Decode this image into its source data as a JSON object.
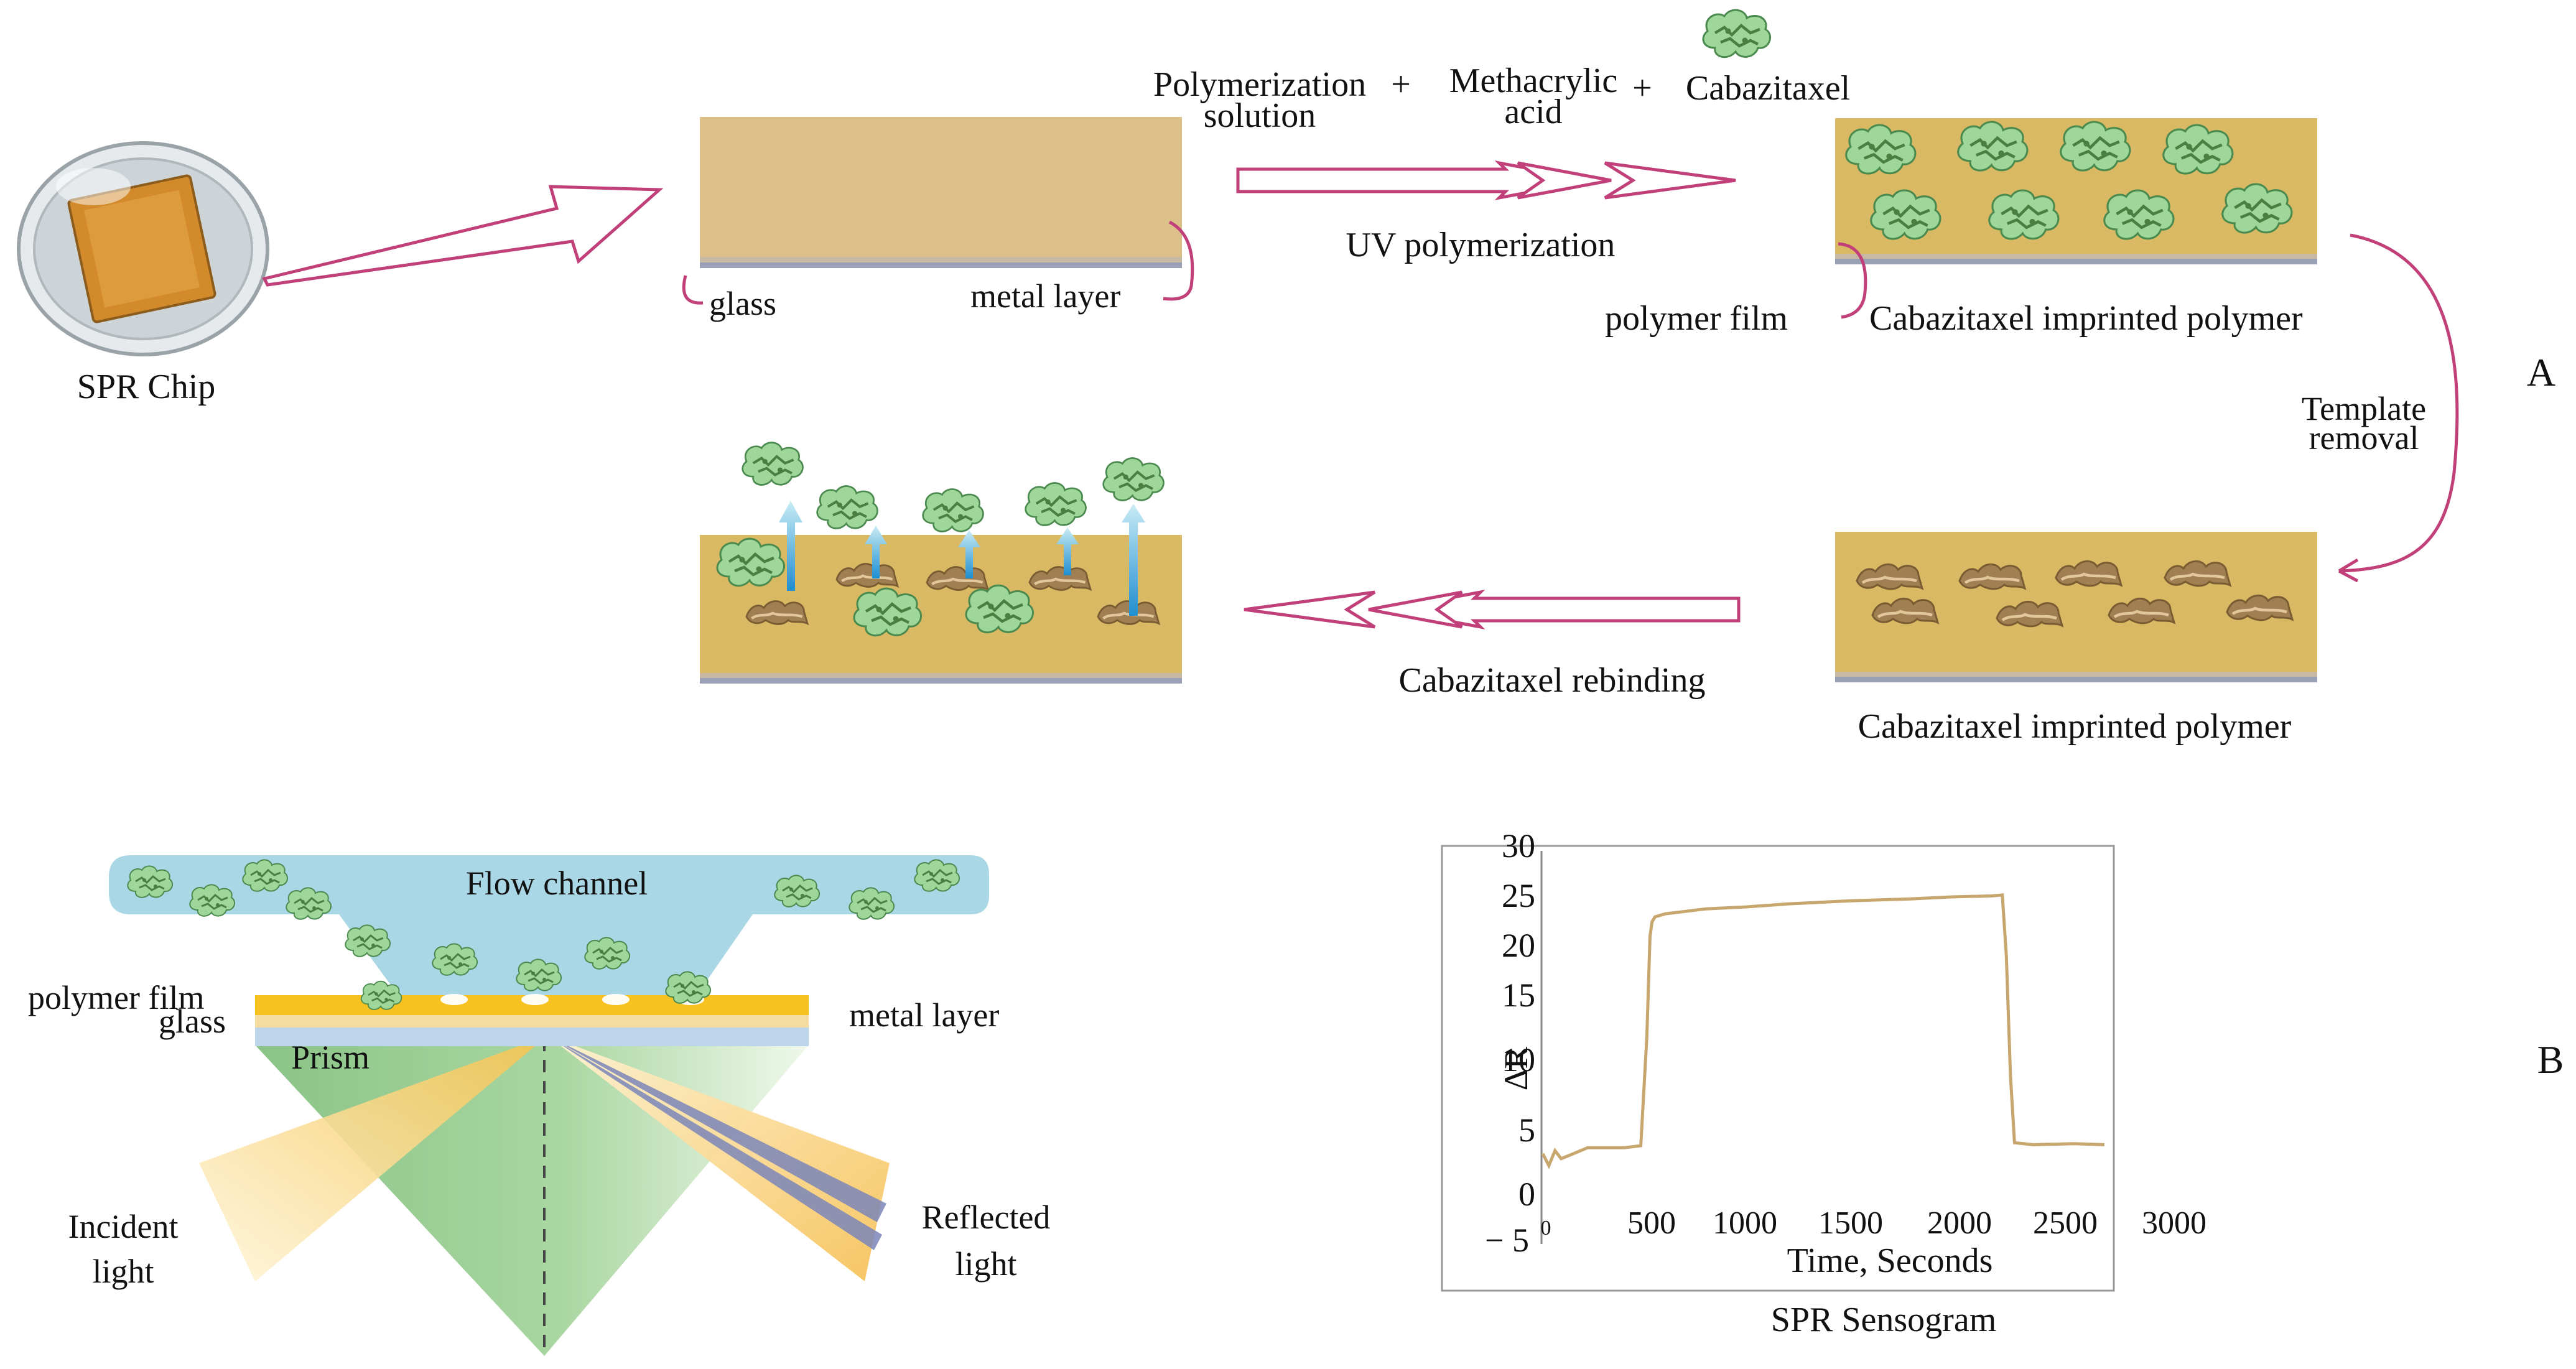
{
  "panel_a": {
    "letter": "A",
    "chip_label": "SPR Chip",
    "reagent_1": "Polymerization",
    "reagent_1b": "solution",
    "plus_1": "+",
    "reagent_2": "Methacrylic",
    "reagent_2b": "acid",
    "plus_2": "+",
    "reagent_3": "Cabazitaxel",
    "step_uv": "UV polymerization",
    "glass_label": "glass",
    "metal_label": "metal layer",
    "polymer_film_label": "polymer film",
    "mip_label_1": "Cabazitaxel imprinted polymer",
    "template_removal_1": "Template",
    "template_removal_2": "removal",
    "mip_label_2": "Cabazitaxel imprinted polymer",
    "rebinding_label": "Cabazitaxel rebinding"
  },
  "panel_b": {
    "letter": "B",
    "flow_channel": "Flow channel",
    "polymer_film": "polymer film",
    "glass": "glass",
    "metal_layer": "metal layer",
    "prism": "Prism",
    "incident_1": "Incident",
    "incident_2": "light",
    "reflected_1": "Reflected",
    "reflected_2": "light"
  },
  "colors": {
    "polymer": "#d9b964",
    "polymer_light": "#dcc08a",
    "arrow_pink": "#c2407a",
    "molecule": "#8fcf8a",
    "channel": "#a9d6e6",
    "prism_green": "#8dc88a",
    "beam_yellow": "#f6c45a",
    "line_tan": "#c8a76e"
  },
  "chart_data": {
    "type": "line",
    "title": "SPR Sensogram",
    "xlabel": "Time, Seconds",
    "ylabel": "ΔR",
    "x_ticks": [
      "0",
      "500",
      "1000",
      "1500",
      "2000",
      "2500",
      "3000"
    ],
    "y_ticks": [
      "30",
      "25",
      "20",
      "15",
      "10",
      "5",
      "0",
      "− 5"
    ],
    "xlim": [
      0,
      3000
    ],
    "ylim": [
      -5,
      30
    ],
    "series": [
      {
        "x": [
          0,
          30,
          60,
          90,
          150,
          220,
          300,
          400,
          480,
          510,
          525,
          535,
          550,
          600,
          800,
          1000,
          1200,
          1500,
          1800,
          2000,
          2200,
          2250,
          2270,
          2290,
          2310,
          2400,
          2600,
          2750
        ],
        "y": [
          0.2,
          -1.0,
          0.5,
          -0.3,
          0.2,
          0.8,
          0.8,
          0.8,
          1.0,
          12,
          22,
          23.5,
          24.0,
          24.3,
          24.8,
          25.0,
          25.3,
          25.6,
          25.8,
          26.0,
          26.1,
          26.2,
          20,
          8,
          1.3,
          1.1,
          1.2,
          1.1
        ]
      }
    ]
  }
}
